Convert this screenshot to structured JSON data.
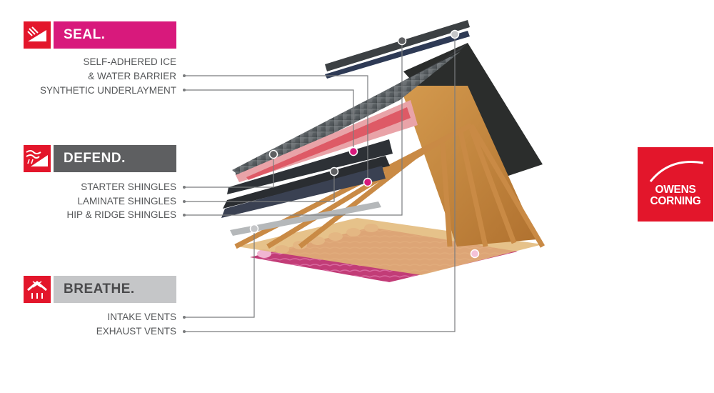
{
  "sections": [
    {
      "title": "SEAL.",
      "icon": "ice-dam-icon"
    },
    {
      "title": "DEFEND.",
      "icon": "wind-rain-icon"
    },
    {
      "title": "BREATHE.",
      "icon": "ventilation-icon"
    }
  ],
  "labels": {
    "ice_barrier_line1": "SELF-ADHERED ICE",
    "ice_barrier_line2": "& WATER BARRIER",
    "underlayment": "SYNTHETIC UNDERLAYMENT",
    "starter": "STARTER SHINGLES",
    "laminate": "LAMINATE SHINGLES",
    "hip_ridge": "HIP & RIDGE SHINGLES",
    "intake": "INTAKE VENTS",
    "exhaust": "EXHAUST VENTS"
  },
  "logo": {
    "line1": "OWENS",
    "line2": "CORNING"
  },
  "colors": {
    "brand_red": "#e3162b",
    "seal_pink": "#d8197c",
    "defend_gray": "#5e5f61",
    "breathe_gray": "#c5c6c8",
    "insulation_pink": "#c23c77"
  }
}
